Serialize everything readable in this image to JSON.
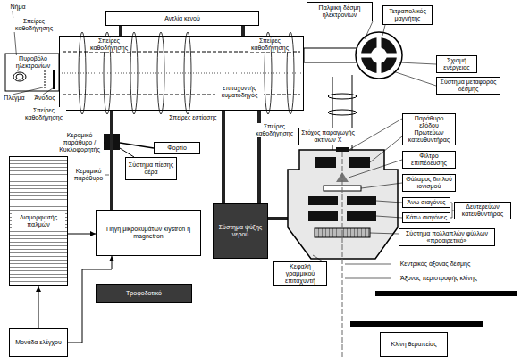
{
  "diagram": {
    "nodes": [
      {
        "text": [
          "Αντλία κενού"
        ]
      },
      {
        "text": [
          "Παλμική δέσμη ηλεκτρονίων"
        ]
      },
      {
        "text": [
          "Τετραπολικός μαγνήτης"
        ]
      },
      {
        "text": [
          "Σχισμή ενέργειας"
        ]
      },
      {
        "text": [
          "Σύστημα μεταφοράς δέσμης"
        ]
      },
      {
        "text": [
          "επιταχυντής κυματοδηγός"
        ]
      },
      {
        "text": [
          "Φορτίο"
        ]
      },
      {
        "text": [
          "Σύστημα πίεσης αέρα"
        ]
      },
      {
        "text": [
          "Διαμορφωτής παλμών"
        ]
      },
      {
        "text": [
          "Πηγή μικροκυμάτων klystron ή magnetron"
        ]
      },
      {
        "text": [
          "Σύστημα ψύξης νερού"
        ]
      },
      {
        "text": [
          "Τροφοδοτικό"
        ]
      },
      {
        "text": [
          "Μονάδα ελέγχου"
        ]
      },
      {
        "text": [
          "Κεφαλή γραμμικού επιταχυντή"
        ]
      },
      {
        "text": [
          "Στόχος παραγωγής ακτίνων Χ"
        ]
      },
      {
        "text": [
          "Παράθυρο εξόδου"
        ]
      },
      {
        "text": [
          "Πρωτεύων κατευθυντήρας"
        ]
      },
      {
        "text": [
          "Φίλτρο επιπέδευσης"
        ]
      },
      {
        "text": [
          "Θάλαμος διπλού ιονισμού"
        ]
      },
      {
        "text": [
          "Άνω σιαγόνες"
        ]
      },
      {
        "text": [
          "Δευτερεύων κατευθυντήρας"
        ]
      },
      {
        "text": [
          "Κάτω σιαγόνες"
        ]
      },
      {
        "text": [
          "Σύστημα πολλαπλών φύλλων «προαιρετικό»"
        ]
      },
      {
        "text": [
          "Κεντρικός άξονας δέσμης"
        ]
      },
      {
        "text": [
          "Άξονας περιστροφής κλίνης"
        ]
      },
      {
        "text": [
          "Κλίνη θεραπείας"
        ]
      }
    ],
    "edges": [
      {
        "from": 12,
        "to": 8,
        "arrow": "to"
      },
      {
        "from": 12,
        "to": 9,
        "arrow": "to"
      },
      {
        "from": 8,
        "to": 9,
        "arrow": "to"
      },
      {
        "from": 9,
        "to": 5,
        "arrow": "none"
      },
      {
        "from": 10,
        "to": 5,
        "arrow": "none"
      },
      {
        "from": 0,
        "to": 5,
        "arrow": "none"
      },
      {
        "from": 0,
        "to": 5,
        "arrow": "none"
      }
    ],
    "labels": [
      "Νήμα",
      "Σπείρες καθοδήγησης",
      "Σπείρες καθοδήγησης",
      "Σπείρες καθοδήγησης",
      "Πυροβόλο ηλεκτρονίων",
      "Πλέγμα",
      "Άνοδος",
      "Σπείρες καθοδήγησης",
      "Σπείρες εστίασης",
      "Σπείρες καθοδήγησης",
      "Κεραμικό παράθυρο / Κυκλοφορητής",
      "Κεραμικό παράθυρο"
    ]
  }
}
